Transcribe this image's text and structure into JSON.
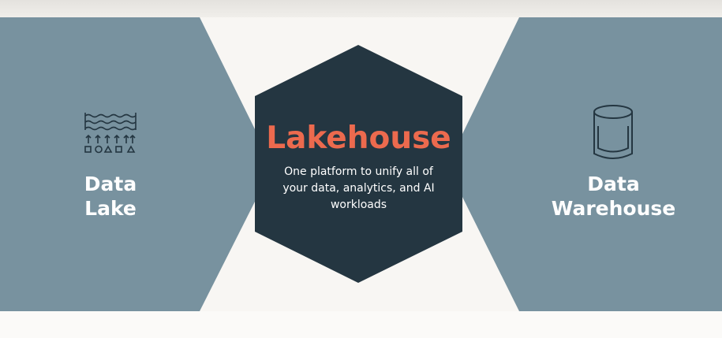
{
  "diagram": {
    "left_panel": {
      "line1": "Data",
      "line2": "Lake",
      "icon": "data-lake-icon"
    },
    "center": {
      "title": "Lakehouse",
      "description": "One platform to unify all of your data, analytics, and AI workloads"
    },
    "right_panel": {
      "line1": "Data",
      "line2": "Warehouse",
      "icon": "database-cylinder-icon"
    },
    "colors": {
      "panel": "#78929f",
      "hexagon": "#243641",
      "title": "#ec6a4e",
      "background": "#f8f6f3"
    }
  }
}
